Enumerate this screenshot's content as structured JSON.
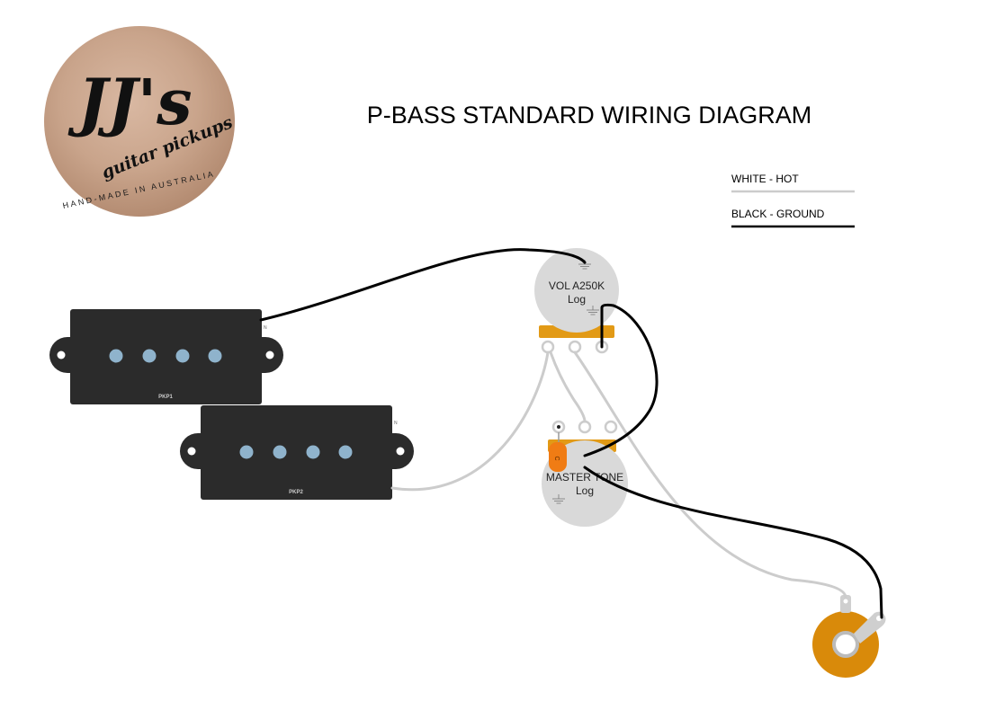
{
  "title": "P-BASS STANDARD WIRING DIAGRAM",
  "logo": {
    "main": "JJ's",
    "script": "guitar pickups",
    "tagline": "HAND-MADE IN AUSTRALIA"
  },
  "legend": [
    {
      "label": "WHITE - HOT",
      "color": "#cccccc"
    },
    {
      "label": "BLACK - GROUND",
      "color": "#000000"
    }
  ],
  "pickups": [
    {
      "label": "PKP1",
      "polarity": "N"
    },
    {
      "label": "PKP2",
      "polarity": "N"
    }
  ],
  "pots": [
    {
      "line1": "VOL A250K",
      "line2": "Log"
    },
    {
      "line1": "MASTER TONE",
      "line2": "Log"
    }
  ],
  "capacitor": {
    "label": "C"
  },
  "colors": {
    "pickup_body": "#2b2b2b",
    "pole_piece": "#8fb3cc",
    "pot_body": "#d9d9d9",
    "lug_tab": "#e29a16",
    "capacitor": "#f07c14",
    "jack": "#d98a0a",
    "wire_hot": "#cccccc",
    "wire_ground": "#000000"
  }
}
